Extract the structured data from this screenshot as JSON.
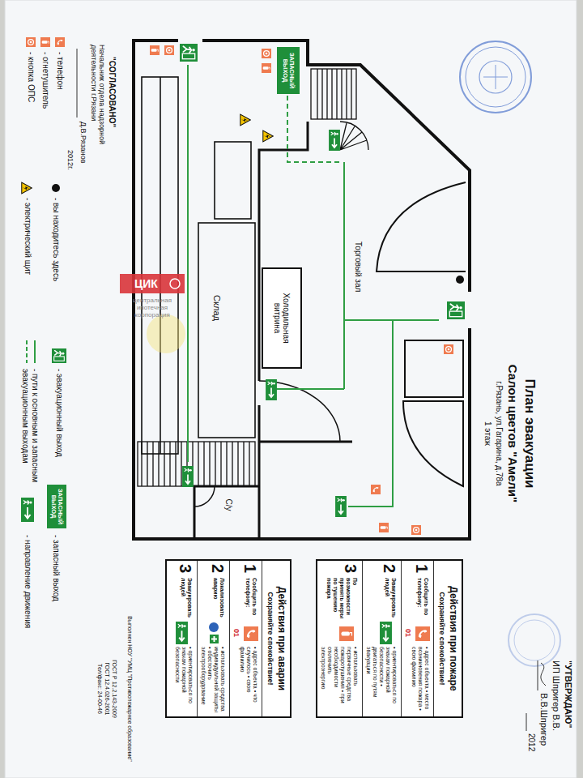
{
  "diagram": {
    "title": "План эвакуации",
    "nodes": [
      {
        "text": [
          "Действия при пожаре",
          "Сохраняйте спокойствие!"
        ]
      },
      {
        "text": [
          "1",
          "Сообщить по телефону:",
          "01",
          "• адрес объекта • место возникновения пожара • свою фамилию"
        ],
        "in": 0
      },
      {
        "text": [
          "2",
          "Эвакуировать людей",
          "• ориентироваться по знакам пожарной безопасности • двигаться по путям эвакуации"
        ],
        "in": 0
      },
      {
        "text": [
          "3",
          "По возможности принять меры по тушению пожара",
          "• использовать первичные средства пожаротушения • при необходимости отключить электроэнергию"
        ],
        "in": 0
      },
      {
        "text": [
          "Действия при аварии",
          "Сохраняйте спокойствие!"
        ]
      },
      {
        "text": [
          "1",
          "Сообщить по телефону:",
          "01",
          "• адрес объекта • что случилось • свою фамилию"
        ],
        "in": 4
      },
      {
        "text": [
          "2",
          "Локализовать аварию",
          "• использовать средства индивидуальной защиты • обесточить электрооборудование"
        ],
        "in": 4
      },
      {
        "text": [
          "3",
          "Эвакуировать людей",
          "• ориентироваться по знакам пожарной безопасности"
        ],
        "in": 4
      },
      {
        "text": [
          "Холодильная витрина"
        ]
      },
      {
        "text": [
          "ЗАПАСНЫЙ ВЫХОД"
        ]
      },
      {
        "text": [
          "ЗАПАСНЫЙ ВЫХОД"
        ]
      }
    ],
    "labels": [
      "Салон цветов \"Амели\"",
      "г.Рязань, ул.Гагарина, д.78а",
      "1 этаж",
      "\"УТВЕРЖДАЮ\"",
      "ИП Шпригер В.В.",
      "В.В.Шпригер",
      "2012",
      "\"СОГЛАСОВАНО\"",
      "Начальник отдела надзорной деятельности г.Рязани",
      "Д.В.Рязанов",
      "2012г.",
      "Торговый зал",
      "Склад",
      "С/у",
      "Выполнен НОУ \"УМЦ \"Противопожарное образование\"",
      "ГОСТ Р 12.2.143-2009",
      "ГОСТ 12.4.026-2001",
      "Тел/факс: 24-00-46",
      "ЦИК",
      "центральная ипотечная корпорация"
    ],
    "legend": [
      {
        "text": "- телефон"
      },
      {
        "text": "- огнетушитель"
      },
      {
        "text": "- кнопка ОПС"
      },
      {
        "text": "- вы находитесь здесь"
      },
      {
        "text": "- электрический щит"
      },
      {
        "text": "- эвакуационный выход"
      },
      {
        "text": "- пути к основным и запасным эвакуационным выходам"
      },
      {
        "text": "- запасный выход"
      },
      {
        "text": "- направление движения"
      }
    ]
  }
}
